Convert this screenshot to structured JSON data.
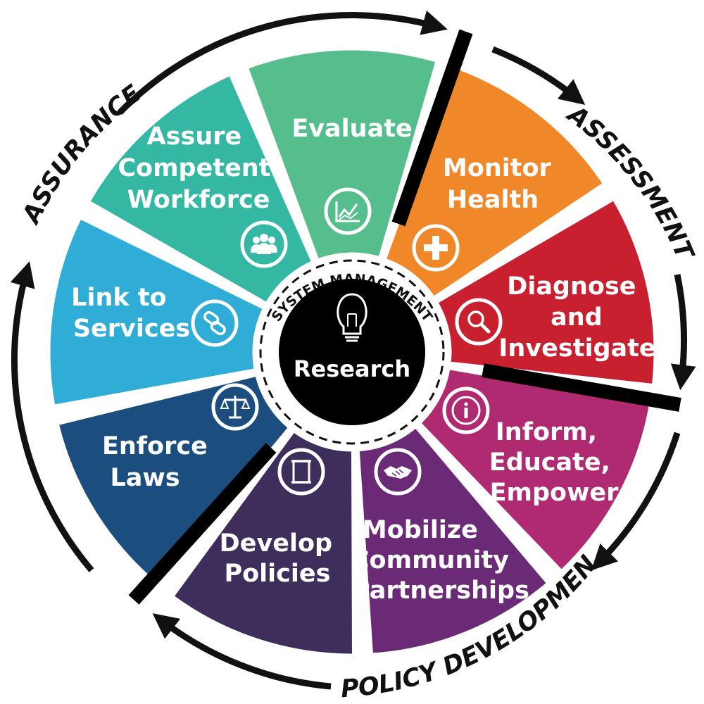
{
  "colors": {
    "evaluate": "#55BE8C",
    "monitor": "#F0882A",
    "diagnose": "#C8202F",
    "inform": "#B02A72",
    "mobilize": "#6A2A76",
    "develop": "#3E2E5C",
    "enforce": "#1B4E7E",
    "link": "#2FADD6",
    "assure": "#34B8A4",
    "center": "#000000",
    "dark": "#111111"
  },
  "phases": {
    "assessment": "ASSESSMENT",
    "policy_development": "POLICY DEVELOPMENT",
    "assurance": "ASSURANCE"
  },
  "segments": [
    {
      "id": "evaluate",
      "lines": [
        "Evaluate"
      ],
      "icon": "chart-icon"
    },
    {
      "id": "monitor",
      "lines": [
        "Monitor",
        "Health"
      ],
      "icon": "plus-icon"
    },
    {
      "id": "diagnose",
      "lines": [
        "Diagnose",
        "and",
        "Investigate"
      ],
      "icon": "magnifier-icon"
    },
    {
      "id": "inform",
      "lines": [
        "Inform,",
        "Educate,",
        "Empower"
      ],
      "icon": "info-icon"
    },
    {
      "id": "mobilize",
      "lines": [
        "Mobilize",
        "Community",
        "Partnerships"
      ],
      "icon": "handshake-icon"
    },
    {
      "id": "develop",
      "lines": [
        "Develop",
        "Policies"
      ],
      "icon": "scroll-icon"
    },
    {
      "id": "enforce",
      "lines": [
        "Enforce",
        "Laws"
      ],
      "icon": "scales-icon"
    },
    {
      "id": "link",
      "lines": [
        "Link to",
        "Services"
      ],
      "icon": "chain-link-icon"
    },
    {
      "id": "assure",
      "lines": [
        "Assure",
        "Competent",
        "Workforce"
      ],
      "icon": "people-icon"
    }
  ],
  "system_management": "SYSTEM MANAGEMENT",
  "center": {
    "label": "Research",
    "icon": "lightbulb-icon"
  }
}
